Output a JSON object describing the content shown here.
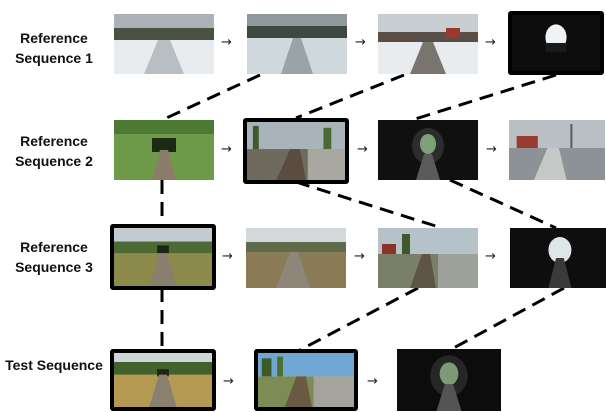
{
  "rows": [
    {
      "label": "Reference Sequence 1"
    },
    {
      "label": "Reference Sequence 2"
    },
    {
      "label": "Reference Sequence 3"
    },
    {
      "label": "Test Sequence"
    }
  ],
  "arrow_glyph": "→",
  "colors": {
    "highlight_border": "#000000",
    "link_line": "#000000",
    "label_text": "#111111"
  },
  "icons": {
    "frame_thumbnail": "railway-frame-icon",
    "sequence_arrow": "arrow-right-icon"
  }
}
